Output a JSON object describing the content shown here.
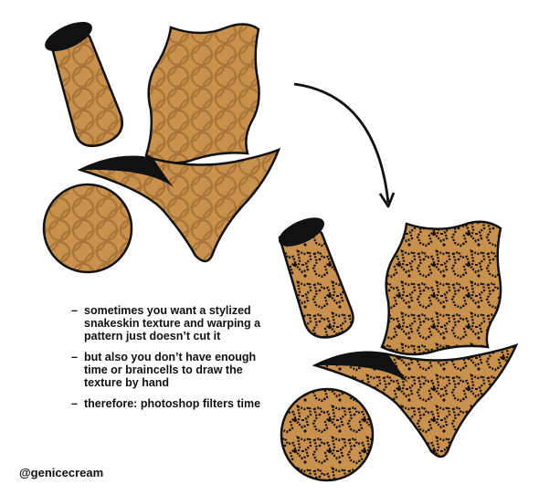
{
  "notes": [
    {
      "bullet": "–",
      "text": "sometimes you want a stylized snakeskin texture and warping a pattern just doesn’t cut it"
    },
    {
      "bullet": "–",
      "text": "but also you don’t have enough time or braincells to draw the texture by hand"
    },
    {
      "bullet": "–",
      "text": "therefore: photoshop filters time"
    }
  ],
  "credit": "@genicecream",
  "colors": {
    "fill": "#c8914e",
    "pattern": "#a87438",
    "ink": "#111111",
    "background": "#ffffff"
  },
  "icons": [
    "curved-arrow-icon"
  ]
}
